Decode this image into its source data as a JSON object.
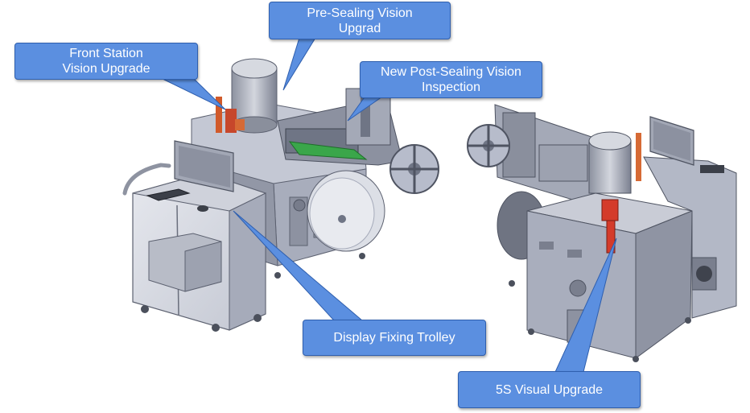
{
  "callouts": {
    "front_station": "Front Station\nVision Upgrade",
    "pre_sealing": "Pre-Sealing Vision\nUpgrad",
    "post_sealing": "New Post-Sealing Vision\nInspection",
    "display_trolley": "Display Fixing Trolley",
    "visual_5s": "5S Visual Upgrade"
  },
  "colors": {
    "callout_fill": "#5b8fe0",
    "callout_border": "#2f5fae",
    "callout_text": "#ffffff",
    "machine_body": "#b7bccb",
    "machine_dark": "#6f7585",
    "green_board": "#3aa64a",
    "highlight_red": "#d43b2a"
  }
}
